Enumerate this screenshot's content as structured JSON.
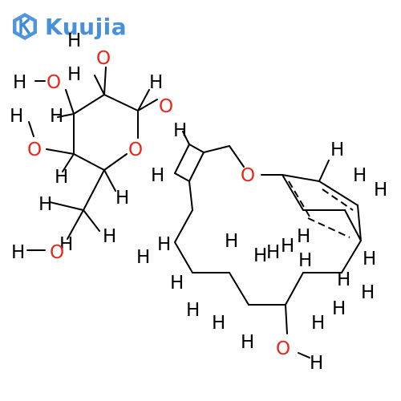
{
  "watermark": {
    "brand": "Kuujia",
    "logo_icon": "k-badge-icon",
    "color": "#3f8bd6"
  },
  "colors": {
    "bond": "#000000",
    "hydrogen": "#000000",
    "oxygen": "#e8261c"
  },
  "atoms": {
    "h_o_top": "H",
    "o_top": "O",
    "h_ho_left": "H",
    "o_ho_left": "O",
    "h_ring_a": "H",
    "h_ring_b": "H",
    "h_ring_c": "H",
    "h_oh_mid": "H",
    "o_oh_mid": "O",
    "o_ring": "O",
    "o_glyco": "O",
    "h_anom": "H",
    "h_ring_d": "H",
    "h_ring_e": "H",
    "h_ch2_a": "H",
    "h_ch2_b": "H",
    "h_ho_bottom": "H",
    "o_ho_bottom": "O",
    "h_cage_top": "H",
    "h_cage_left": "H",
    "o_ether": "O",
    "h_r1": "H",
    "h_r2": "H",
    "h_r3": "H",
    "h_c1": "H",
    "h_c2": "H",
    "h_c3": "H",
    "h_c4": "H",
    "h_c5": "H",
    "h_c6": "H",
    "h_c7": "H",
    "h_c8": "H",
    "h_c9": "H",
    "h_c10": "H",
    "h_c11": "H",
    "h_c12": "H",
    "h_c13": "H",
    "h_c14": "H",
    "h_c15": "H",
    "h_c16": "H",
    "h_c17": "H",
    "o_oh_bottom": "O",
    "h_oh_bottom": "H"
  }
}
